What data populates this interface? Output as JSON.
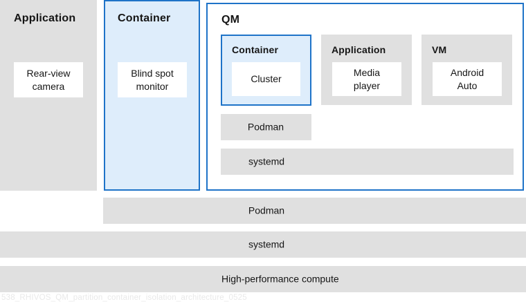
{
  "colors": {
    "gray_fill": "#e0e0e0",
    "light_blue_fill": "#deedfb",
    "blue_border": "#1e73c8",
    "text": "#151515",
    "watermark": "#e9e9e9"
  },
  "outer": {
    "application": {
      "title": "Application",
      "box_label": "Rear-view\ncamera"
    },
    "container": {
      "title": "Container",
      "box_label": "Blind spot\nmonitor"
    },
    "qm": {
      "title": "QM",
      "container": {
        "title": "Container",
        "box_label": "Cluster"
      },
      "application": {
        "title": "Application",
        "box_label": "Media\nplayer"
      },
      "vm": {
        "title": "VM",
        "box_label": "Android\nAuto"
      },
      "podman_label": "Podman",
      "systemd_label": "systemd"
    }
  },
  "bars": {
    "podman": "Podman",
    "systemd": "systemd",
    "compute": "High-performance compute"
  },
  "watermark": "538_RHIVOS_QM_partition_container_isolation_architecture_0525"
}
